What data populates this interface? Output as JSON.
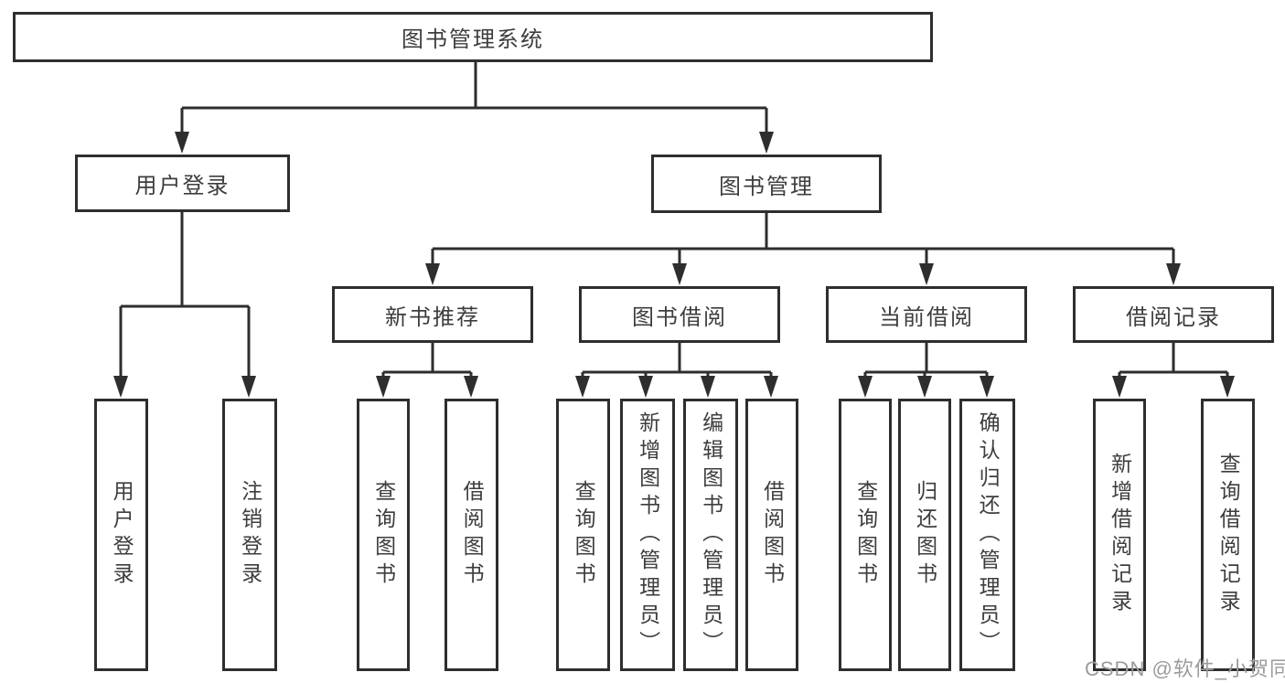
{
  "colors": {
    "line": "#2e2e2e",
    "box_border": "#2e2e2e",
    "box_background": "#ffffff",
    "text": "#3d3d3d",
    "watermark": "#9b9b9b"
  },
  "tree": {
    "root": "图书管理系统",
    "level2": {
      "user_login": "用户登录",
      "book_management": "图书管理"
    },
    "level3": {
      "new_book_recommend": "新书推荐",
      "book_borrowing": "图书借阅",
      "current_borrowing": "当前借阅",
      "borrowing_records": "借阅记录"
    },
    "leaves": {
      "user_login": [
        "用户登录",
        "注销登录"
      ],
      "new_book_recommend": [
        "查询图书",
        "借阅图书"
      ],
      "book_borrowing": [
        "查询图书",
        "新增图书（管理员）",
        "编辑图书（管理员）",
        "借阅图书"
      ],
      "current_borrowing": [
        "查询图书",
        "归还图书",
        "确认归还（管理员）"
      ],
      "borrowing_records": [
        "新增借阅记录",
        "查询借阅记录"
      ]
    }
  },
  "watermark": "CSDN @软件_小贺同学"
}
